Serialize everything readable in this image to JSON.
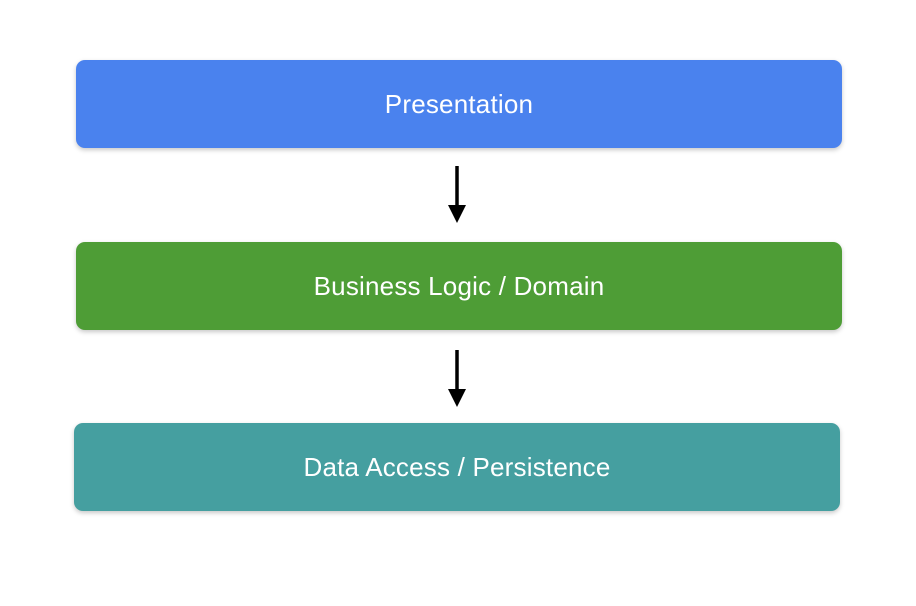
{
  "diagram": {
    "background_color": "#ffffff",
    "arrow_color": "#000000",
    "text_color": "#ffffff",
    "layers": [
      {
        "id": "presentation",
        "label": "Presentation",
        "color": "#4a82ee"
      },
      {
        "id": "business-logic",
        "label": "Business Logic / Domain",
        "color": "#4e9d36"
      },
      {
        "id": "data-access",
        "label": "Data Access / Persistence",
        "color": "#459fa0"
      }
    ],
    "arrows": [
      {
        "from": "presentation",
        "to": "business-logic",
        "direction": "down"
      },
      {
        "from": "business-logic",
        "to": "data-access",
        "direction": "down"
      }
    ]
  }
}
